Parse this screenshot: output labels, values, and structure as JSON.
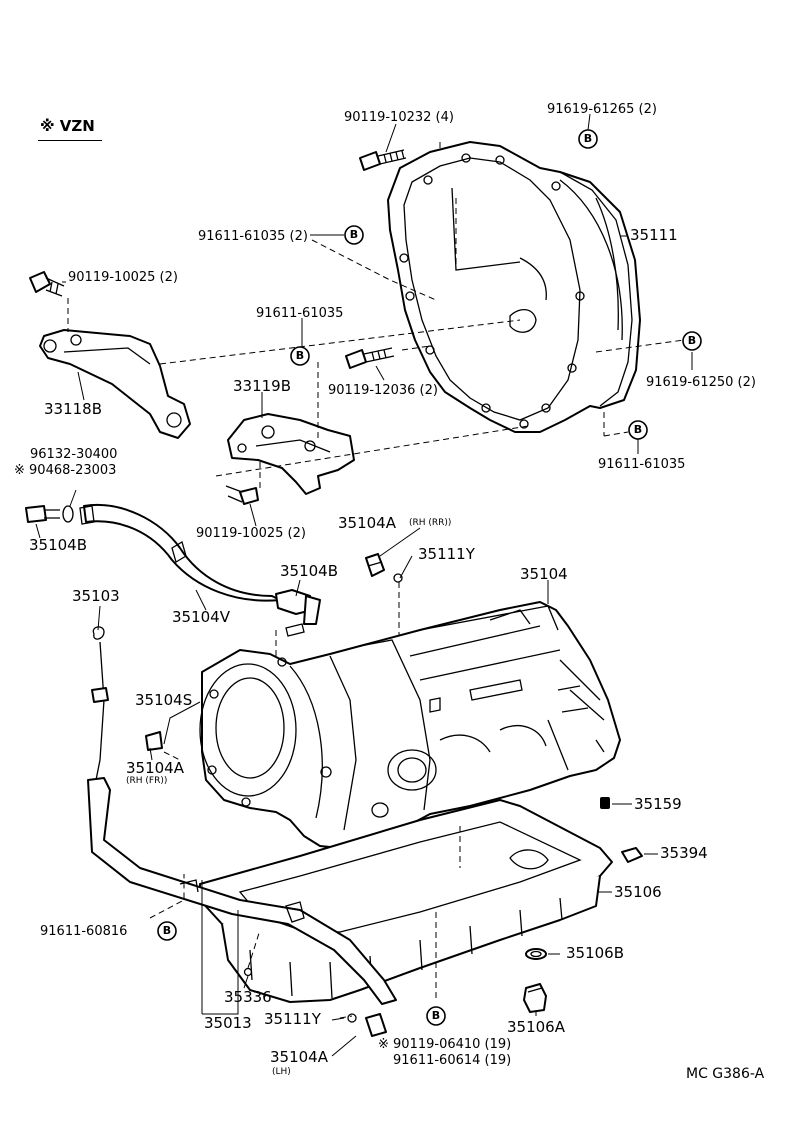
{
  "diagram": {
    "variant_note": "※ VZN",
    "figure_code": "MC G386-A",
    "marker_letter": "B",
    "parts": {
      "p35111": "35111",
      "p33118B": "33118B",
      "p33119B": "33119B",
      "p35104": "35104",
      "p35103": "35103",
      "p35104V": "35104V",
      "p35104B_left": "35104B",
      "p35104B_mid": "35104B",
      "p35104S": "35104S",
      "p35104A_rhfr": "35104A",
      "p35104A_rhrr": "35104A",
      "p35104A_lh": "35104A",
      "p35111Y_top": "35111Y",
      "p35111Y_bottom": "35111Y",
      "p35159": "35159",
      "p35394": "35394",
      "p35106": "35106",
      "p35106B": "35106B",
      "p35106A": "35106A",
      "p35336": "35336",
      "p35013": "35013"
    },
    "fasteners": {
      "f90119_10232": "90119-10232 (4)",
      "f91619_61265": "91619-61265 (2)",
      "f91611_61035_2": "91611-61035 (2)",
      "f90119_10025_top": "90119-10025 (2)",
      "f91611_61035_mid": "91611-61035",
      "f90119_12036": "90119-12036 (2)",
      "f91619_61250": "91619-61250 (2)",
      "f91611_61035_low": "91611-61035",
      "f90119_10025_low": "90119-10025 (2)",
      "f96132_30400": "96132-30400",
      "f90468_23003": "※ 90468-23003",
      "f91611_60816": "91611-60816",
      "f90119_06410": "※ 90119-06410 (19)",
      "f91611_60614": "91611-60614 (19)"
    },
    "qualifiers": {
      "rh_rr": "(RH (RR))",
      "rh_fr": "(RH (FR))",
      "lh": "(LH)"
    }
  }
}
